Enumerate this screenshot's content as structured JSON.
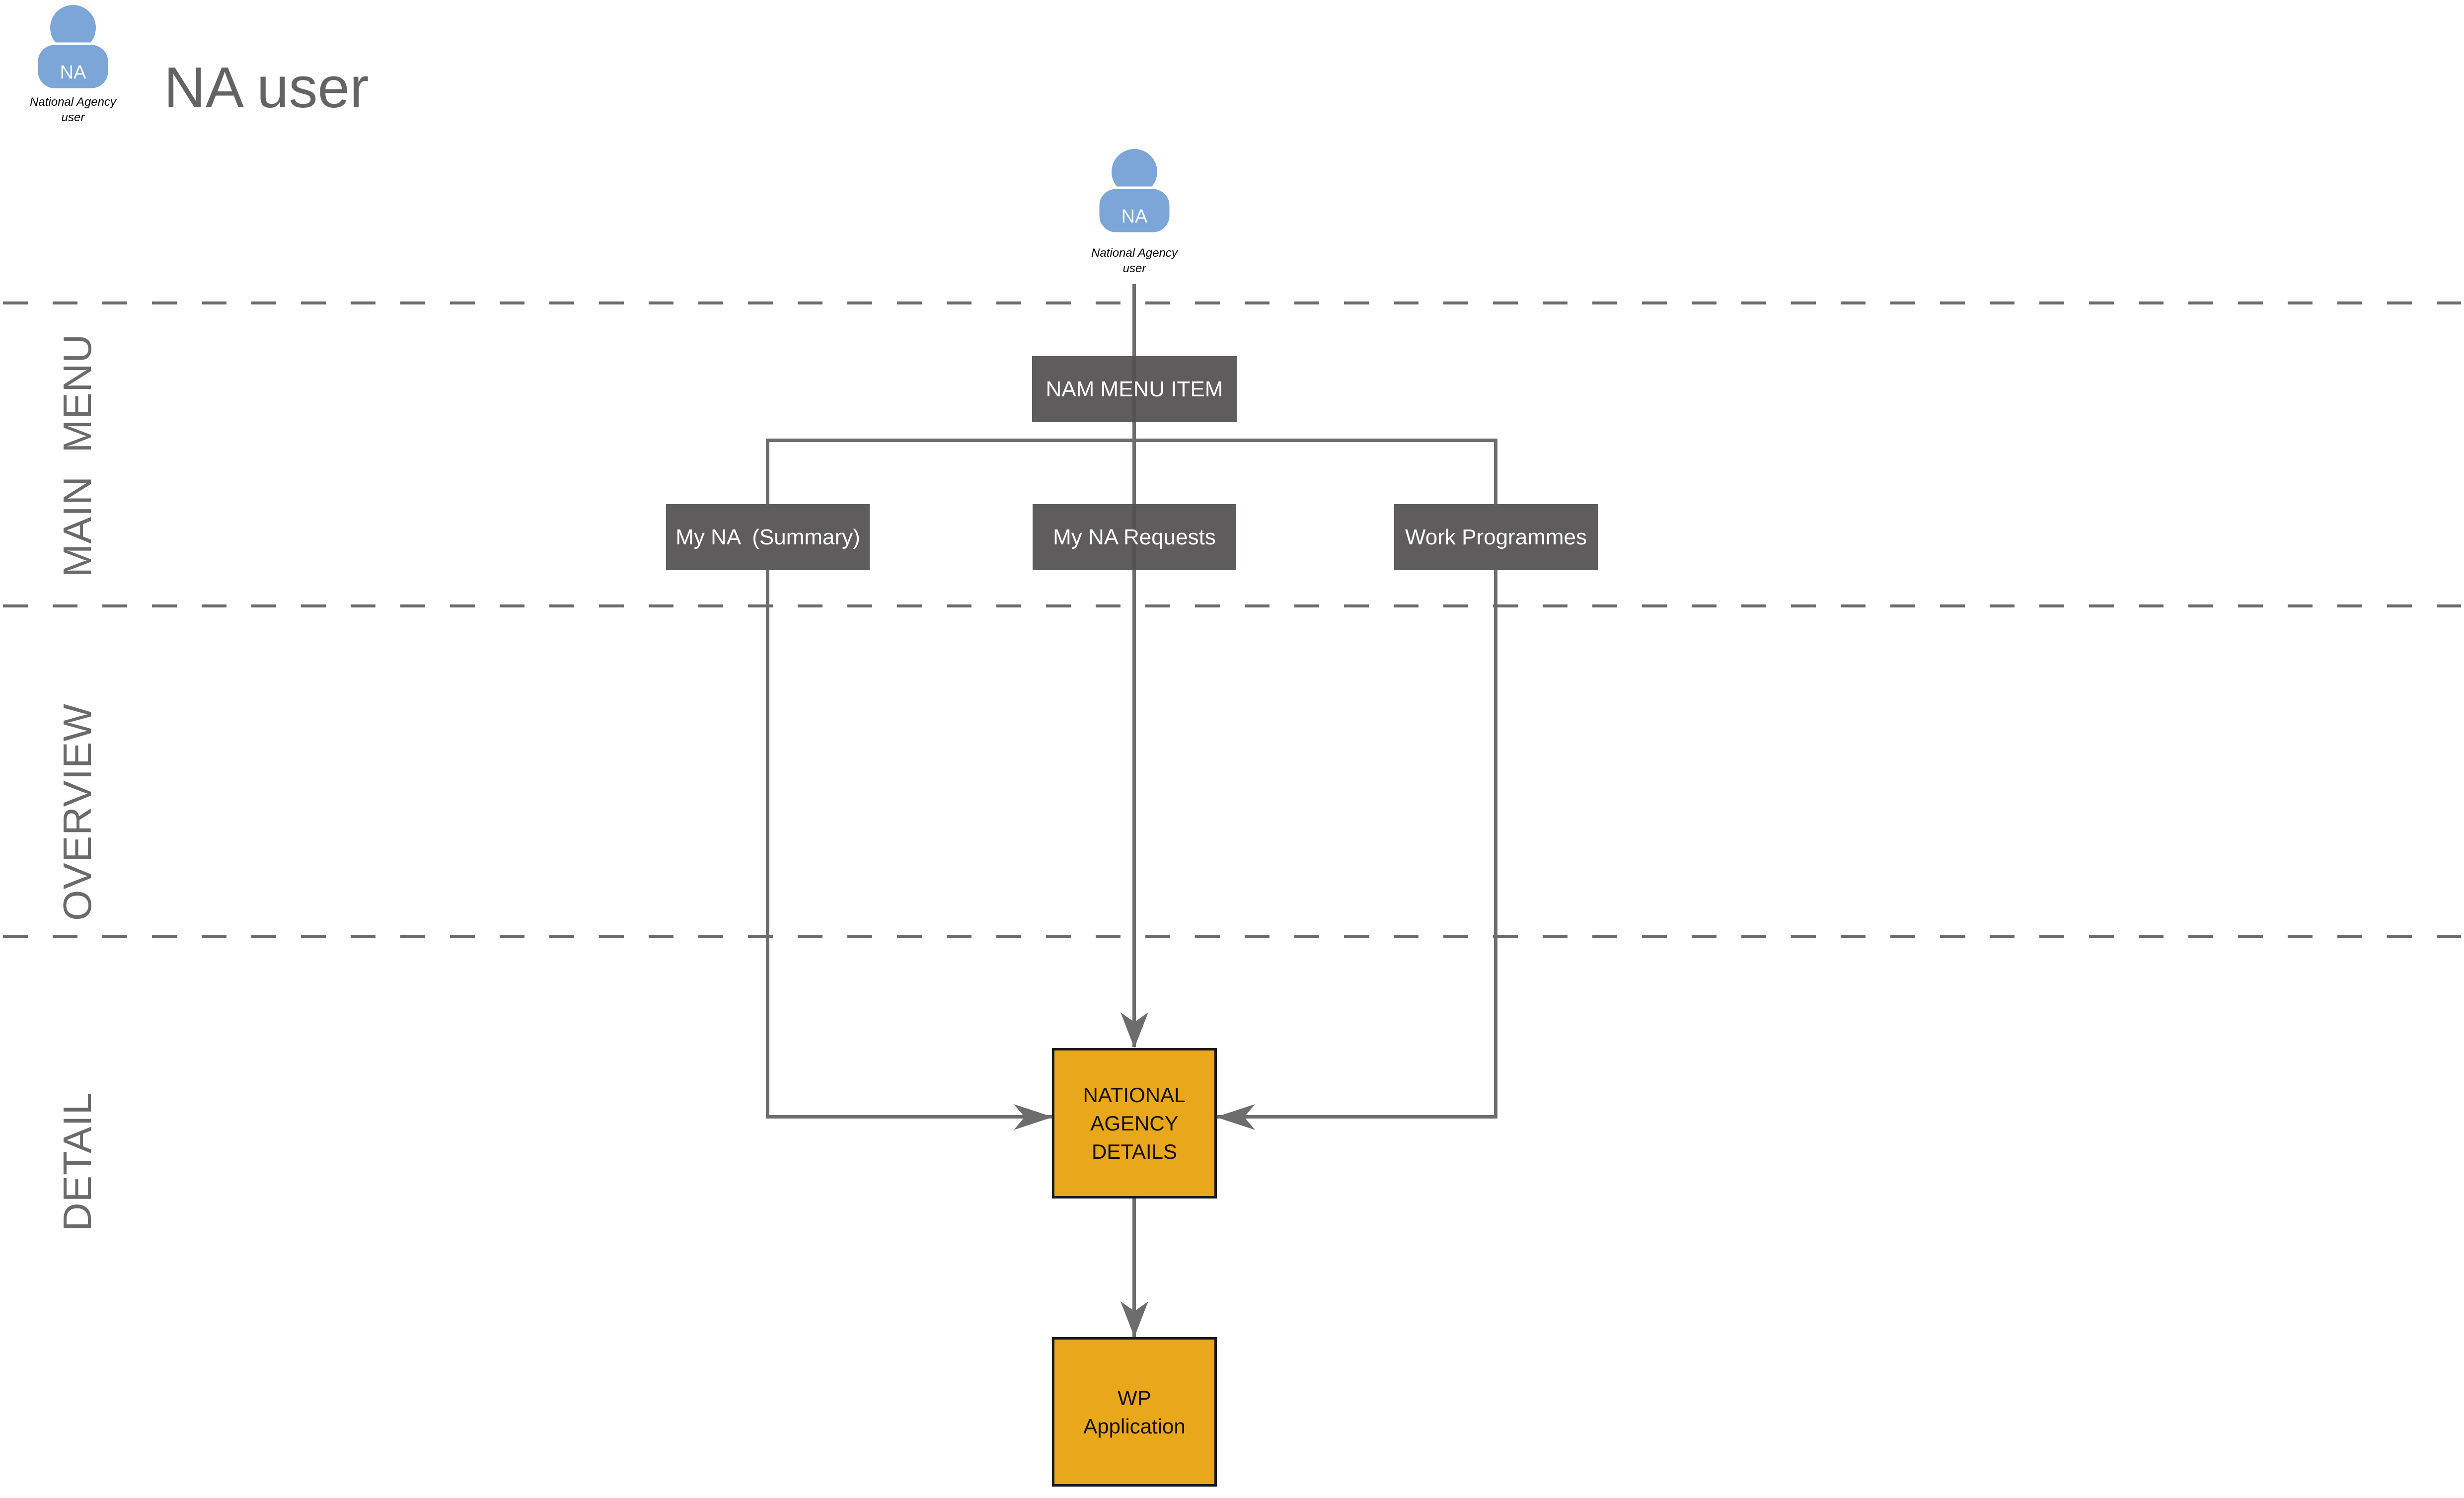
{
  "title": "NA user",
  "actor": {
    "initials": "NA",
    "name_line1": "National Agency",
    "name_line2": "user"
  },
  "lanes": [
    {
      "label": "MAIN  MENU"
    },
    {
      "label": "OVERVIEW"
    },
    {
      "label": "DETAIL"
    }
  ],
  "nodes": {
    "root": "NAM MENU ITEM",
    "menu_items": [
      "My NA  (Summary)",
      "My NA Requests",
      "Work Programmes"
    ],
    "na_details": {
      "line1": "NATIONAL",
      "line2": "AGENCY",
      "line3": "DETAILS"
    },
    "wp_application": {
      "line1": "WP",
      "line2": "Application"
    }
  },
  "colors": {
    "actor_blue": "#7CA6D8",
    "node_gray": "#5E5C5C",
    "connector_gray": "#6E6C6C",
    "lane_label_gray": "#6A6A6A",
    "dashed_line_gray": "#6A6A6A",
    "highlight_orange": "#E9A71B",
    "title_gray": "#636363",
    "border_black": "#1A1A1A"
  }
}
